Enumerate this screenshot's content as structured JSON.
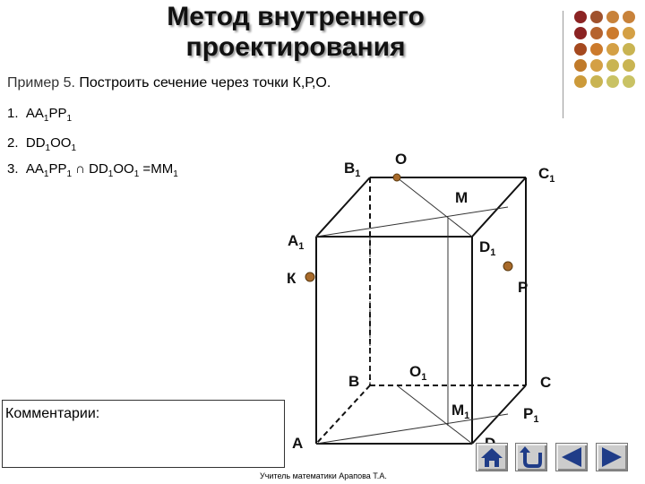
{
  "slide": {
    "title_line1": "Метод внутреннего",
    "title_line2": "проектирования",
    "example_label": "Пример 5.",
    "example_text": " Построить сечение через точки К,Р,О.",
    "steps": [
      {
        "num": "1.",
        "parts": [
          "AA",
          "1",
          "PP",
          "1",
          ""
        ]
      },
      {
        "num": "2.",
        "parts": [
          "DD",
          "1",
          "OO",
          "1",
          ""
        ]
      },
      {
        "num": "3.",
        "parts": [
          "AA",
          "1",
          "PP",
          "1",
          " ∩ DD",
          "1",
          "OO",
          "1",
          " =MM",
          "1",
          ""
        ]
      }
    ],
    "comment_label": "Комментарии:",
    "author": "Учитель математики Арапова Т.А."
  },
  "diagram": {
    "labels": {
      "B1": "B",
      "C1": "C",
      "A1": "A",
      "D1": "D",
      "O": "O",
      "M": "M",
      "K": "К",
      "P": "P",
      "B": "B",
      "O1": "O",
      "C": "C",
      "M1": "M",
      "P1": "P",
      "A": "A",
      "D": "D",
      "sub1": "1"
    },
    "point_color": "#a86a2a"
  },
  "decor": {
    "dot_colors": [
      [
        "#8b2323",
        "#a0522d",
        "#c8823a",
        "#c8823a"
      ],
      [
        "#8b2323",
        "#b5632f",
        "#cc7a2c",
        "#d4a045"
      ],
      [
        "#a5491f",
        "#cc7a2c",
        "#d4a045",
        "#c9b452"
      ],
      [
        "#c07a2a",
        "#d4a045",
        "#c9b452",
        "#c9b452"
      ],
      [
        "#cc9a3a",
        "#c9b452",
        "#c9c264",
        "#c9c264"
      ]
    ]
  },
  "nav": {
    "buttons": [
      "home-icon",
      "return-icon",
      "previous-icon",
      "next-icon"
    ]
  }
}
